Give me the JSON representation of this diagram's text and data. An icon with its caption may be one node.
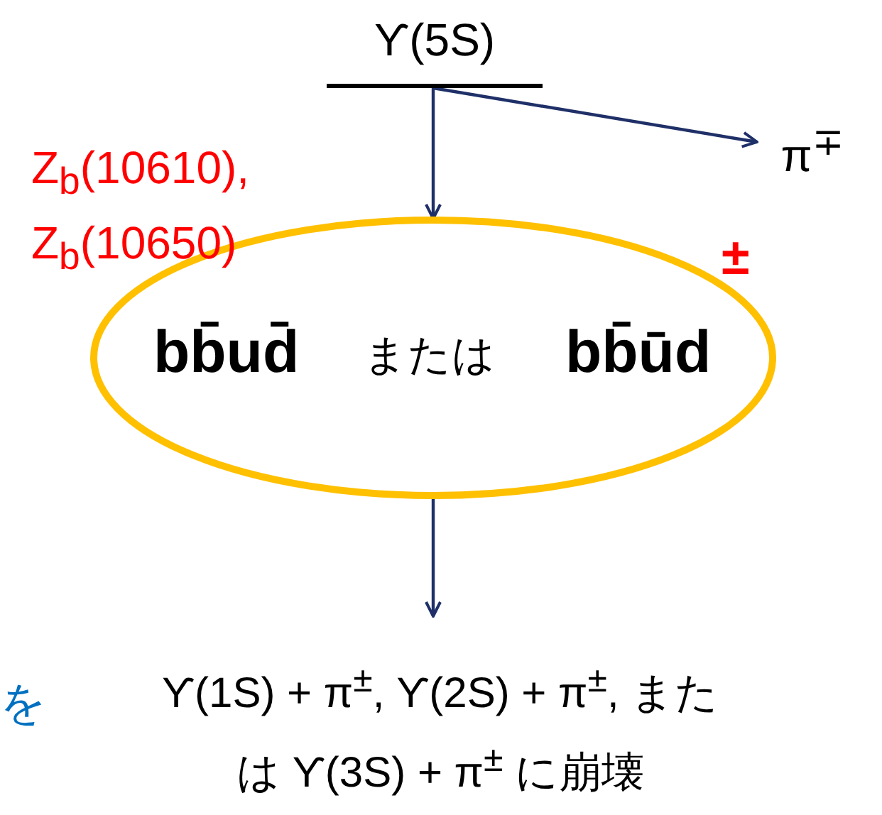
{
  "diagram": {
    "nodes": [
      {
        "text": [
          "ϒ(5S)"
        ]
      },
      {
        "text": [
          "π$^{∓}$"
        ]
      },
      {
        "text": [
          "bb̄ud̄",
          "または",
          "bb̄ūd"
        ],
        "beside": [
          "Z$_{b}$(10610), Z$_{b}$(10650)",
          "±"
        ]
      },
      {
        "text": [
          "ϒ(1S) + π$^{±}$, ϒ(2S) + π$^{±}$, または ϒ(3S) + π$^{±}$ に崩壊"
        ]
      }
    ],
    "edges": [
      {
        "from": 0,
        "to": 2,
        "arrow": "to"
      },
      {
        "from": 0,
        "to": 1,
        "arrow": "to"
      },
      {
        "from": 2,
        "to": 3,
        "arrow": "to"
      }
    ],
    "labels": [
      "を"
    ]
  }
}
